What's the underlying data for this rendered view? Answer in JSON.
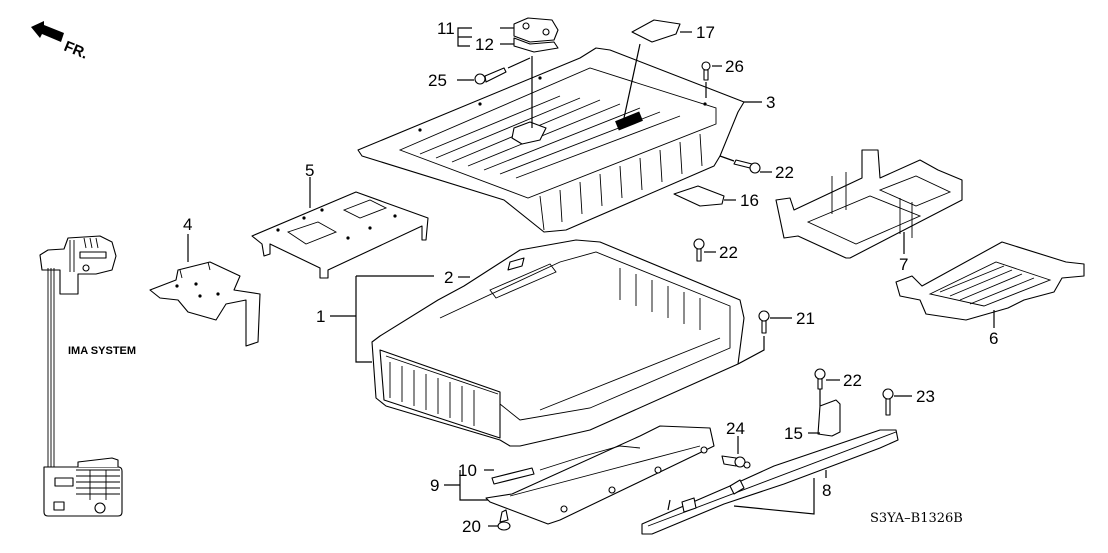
{
  "diagram": {
    "direction_label": "FR.",
    "system_label": "IMA SYSTEM",
    "drawing_code": "S3YA–B1326B",
    "callouts": [
      {
        "id": "c1",
        "text": "1"
      },
      {
        "id": "c2",
        "text": "2"
      },
      {
        "id": "c3",
        "text": "3"
      },
      {
        "id": "c4",
        "text": "4"
      },
      {
        "id": "c5",
        "text": "5"
      },
      {
        "id": "c6",
        "text": "6"
      },
      {
        "id": "c7",
        "text": "7"
      },
      {
        "id": "c8",
        "text": "8"
      },
      {
        "id": "c9",
        "text": "9"
      },
      {
        "id": "c10",
        "text": "10"
      },
      {
        "id": "c11",
        "text": "11"
      },
      {
        "id": "c12",
        "text": "12"
      },
      {
        "id": "c15",
        "text": "15"
      },
      {
        "id": "c16",
        "text": "16"
      },
      {
        "id": "c17",
        "text": "17"
      },
      {
        "id": "c20",
        "text": "20"
      },
      {
        "id": "c21",
        "text": "21"
      },
      {
        "id": "c22a",
        "text": "22"
      },
      {
        "id": "c22b",
        "text": "22"
      },
      {
        "id": "c22c",
        "text": "22"
      },
      {
        "id": "c23",
        "text": "23"
      },
      {
        "id": "c24",
        "text": "24"
      },
      {
        "id": "c25",
        "text": "25"
      },
      {
        "id": "c26",
        "text": "26"
      }
    ]
  }
}
